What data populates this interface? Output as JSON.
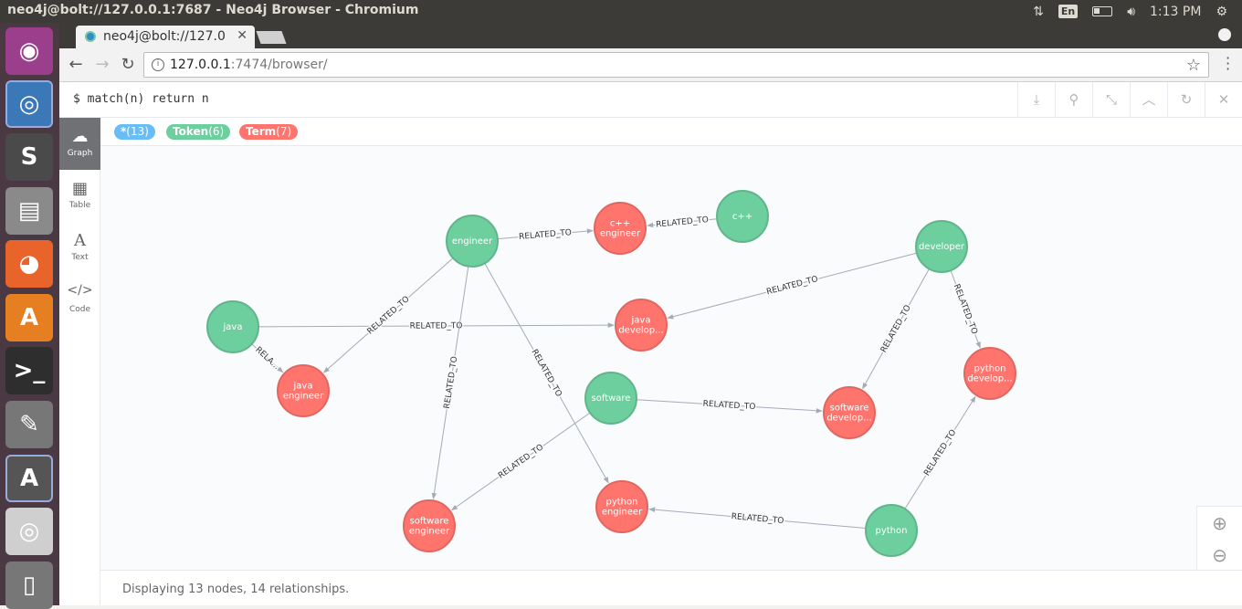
{
  "os": {
    "window_title": "neo4j@bolt://127.0.0.1:7687 - Neo4j Browser - Chromium",
    "clock": "1:13 PM",
    "lang": "En"
  },
  "launcher": [
    {
      "name": "ubuntu-dash-icon",
      "color": "#9b3f8c"
    },
    {
      "name": "chromium-icon",
      "color": "#3a78b8"
    },
    {
      "name": "sublime-text-icon",
      "color": "#4a4a4a"
    },
    {
      "name": "files-icon",
      "color": "#8a8a8a"
    },
    {
      "name": "firefox-icon",
      "color": "#e8642a"
    },
    {
      "name": "software-center-icon",
      "color": "#e67e22"
    },
    {
      "name": "terminal-icon",
      "color": "#2e2e2e"
    },
    {
      "name": "system-settings-icon",
      "color": "#777777"
    },
    {
      "name": "software-updater-icon",
      "color": "#555555"
    },
    {
      "name": "dvd-icon",
      "color": "#cfcfcf"
    },
    {
      "name": "trash-icon",
      "color": "#777777"
    }
  ],
  "browser": {
    "tab_title": "neo4j@bolt://127.0",
    "url_host": "127.0.0.1",
    "url_rest": ":7474/browser/"
  },
  "neo4j": {
    "query": "$ match(n) return n",
    "sidebar": [
      {
        "label": "Graph",
        "icon": "graph-icon"
      },
      {
        "label": "Table",
        "icon": "table-icon"
      },
      {
        "label": "Text",
        "icon": "text-icon"
      },
      {
        "label": "Code",
        "icon": "code-icon"
      }
    ],
    "legend": [
      {
        "label": "*",
        "count": "(13)",
        "color": "#68bdf6"
      },
      {
        "label": "Token",
        "count": "(6)",
        "color": "#6dce9e"
      },
      {
        "label": "Term",
        "count": "(7)",
        "color": "#ff756e"
      }
    ],
    "status": "Displaying 13 nodes, 14 relationships.",
    "colors": {
      "token": "#6dce9e",
      "token_stroke": "#60b58b",
      "term": "#ff756e",
      "term_stroke": "#e06760",
      "edge": "#a5abb6"
    }
  },
  "graph": {
    "nodes": [
      {
        "id": "engineer",
        "lines": [
          "engineer"
        ],
        "type": "token"
      },
      {
        "id": "cpp_eng",
        "lines": [
          "c++",
          "engineer"
        ],
        "type": "term"
      },
      {
        "id": "cpp",
        "lines": [
          "c++"
        ],
        "type": "token"
      },
      {
        "id": "developer",
        "lines": [
          "developer"
        ],
        "type": "token"
      },
      {
        "id": "java",
        "lines": [
          "java"
        ],
        "type": "token"
      },
      {
        "id": "java_dev",
        "lines": [
          "java",
          "develop..."
        ],
        "type": "term"
      },
      {
        "id": "java_eng",
        "lines": [
          "java",
          "engineer"
        ],
        "type": "term"
      },
      {
        "id": "software",
        "lines": [
          "software"
        ],
        "type": "token"
      },
      {
        "id": "sw_dev",
        "lines": [
          "software",
          "develop..."
        ],
        "type": "term"
      },
      {
        "id": "py_dev",
        "lines": [
          "python",
          "develop..."
        ],
        "type": "term"
      },
      {
        "id": "sw_eng",
        "lines": [
          "software",
          "engineer"
        ],
        "type": "term"
      },
      {
        "id": "py_eng",
        "lines": [
          "python",
          "engineer"
        ],
        "type": "term"
      },
      {
        "id": "python",
        "lines": [
          "python"
        ],
        "type": "token"
      }
    ],
    "edges": [
      {
        "from": "engineer",
        "to": "cpp_eng",
        "label": "RELATED_TO"
      },
      {
        "from": "cpp",
        "to": "cpp_eng",
        "label": "RELATED_TO"
      },
      {
        "from": "developer",
        "to": "java_dev",
        "label": "RELATED_TO"
      },
      {
        "from": "java",
        "to": "java_dev",
        "label": "RELATED_TO"
      },
      {
        "from": "engineer",
        "to": "java_eng",
        "label": "RELATED_TO"
      },
      {
        "from": "java",
        "to": "java_eng",
        "label": "RELA..."
      },
      {
        "from": "engineer",
        "to": "sw_eng",
        "label": "RELATED_TO"
      },
      {
        "from": "engineer",
        "to": "py_eng",
        "label": "RELATED_TO"
      },
      {
        "from": "developer",
        "to": "sw_dev",
        "label": "RELATED_TO"
      },
      {
        "from": "developer",
        "to": "py_dev",
        "label": "RELATED_TO"
      },
      {
        "from": "software",
        "to": "sw_dev",
        "label": "RELATED_TO"
      },
      {
        "from": "software",
        "to": "sw_eng",
        "label": "RELATED_TO"
      },
      {
        "from": "python",
        "to": "py_eng",
        "label": "RELATED_TO"
      },
      {
        "from": "python",
        "to": "py_dev",
        "label": "RELATED_TO"
      }
    ]
  }
}
